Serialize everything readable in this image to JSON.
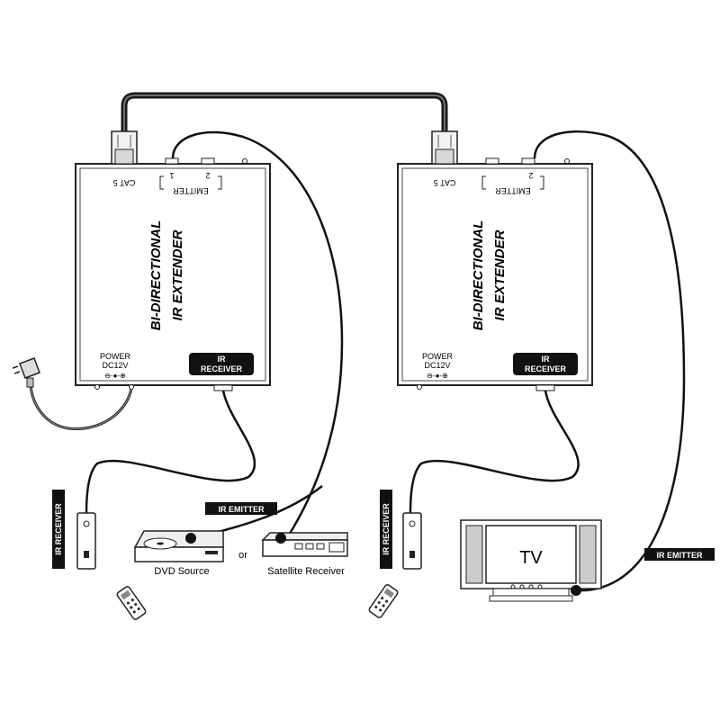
{
  "left_unit": {
    "title_line1": "BI-DIRECTIONAL",
    "title_line2": "IR EXTENDER",
    "cat5_label": "CAT 5",
    "emitter_label": "EMITTER",
    "port1_label": "1",
    "port2_label": "2",
    "power_label": "POWER",
    "dc_label": "DC12V",
    "polarity_label": "⊖-●-⊕",
    "ir_receiver_line1": "IR",
    "ir_receiver_line2": "RECEIVER"
  },
  "right_unit": {
    "title_line1": "BI-DIRECTIONAL",
    "title_line2": "IR EXTENDER",
    "cat5_label": "CAT 5",
    "emitter_label": "EMITTER",
    "port2_label": "2",
    "power_label": "POWER",
    "dc_label": "DC12V",
    "polarity_label": "⊖-●-⊕",
    "ir_receiver_line1": "IR",
    "ir_receiver_line2": "RECEIVER"
  },
  "labels": {
    "ir_receiver_tag_left": "IR RECEIVER",
    "ir_receiver_tag_right": "IR RECEIVER",
    "ir_emitter_tag_left": "IR EMITTER",
    "ir_emitter_tag_right": "IR EMITTER",
    "dvd_caption": "DVD Source",
    "or_caption": "or",
    "satellite_caption": "Satellite Receiver",
    "tv_caption": "TV"
  }
}
